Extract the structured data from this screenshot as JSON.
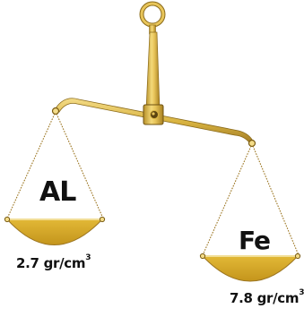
{
  "scale": {
    "left_pan": {
      "metal": "AL",
      "density_value": "2.7 gr/cm",
      "density_exponent": "3"
    },
    "right_pan": {
      "metal": "Fe",
      "density_value": "7.8 gr/cm",
      "density_exponent": "3"
    }
  },
  "colors": {
    "gold": "#d9b441",
    "gold_dark": "#8a6a1a",
    "gold_light": "#f4dc88",
    "pan_fill": "#d6a928",
    "pan_rim": "#f2de96"
  }
}
